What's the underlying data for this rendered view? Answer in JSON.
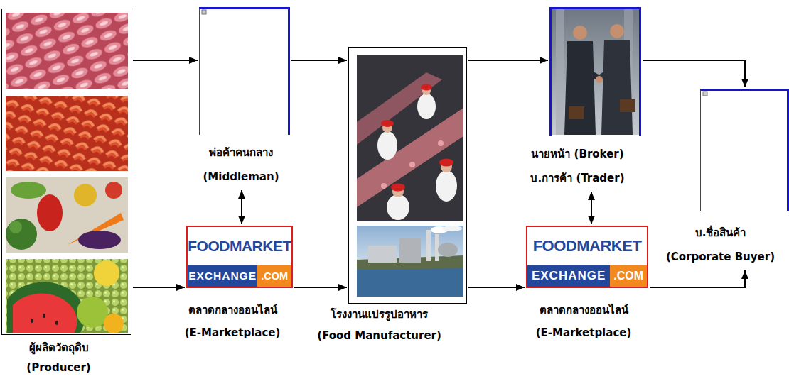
{
  "diagram": {
    "nodes": [
      {
        "text": [
          "ผู้ผลิตวัตถุดิบ",
          "(Producer)"
        ]
      },
      {
        "text": [
          "พ่อค้าคนกลาง",
          "(Middleman)"
        ]
      },
      {
        "text": [
          "FOODMARKET",
          "EXCHANGE",
          ".COM",
          "ตลาดกลางออนไลน์",
          "(E-Marketplace)"
        ]
      },
      {
        "text": [
          "โรงงานแปรรูปอาหาร",
          "(Food Manufacturer)"
        ]
      },
      {
        "text": [
          "นายหน้า (Broker)",
          "บ.การค้า (Trader)"
        ]
      },
      {
        "text": [
          "FOODMARKET",
          "EXCHANGE",
          ".COM",
          "ตลาดกลางออนไลน์",
          "(E-Marketplace)"
        ]
      },
      {
        "text": [
          "บ.ชื่อสินค้า",
          "(Corporate Buyer)"
        ]
      }
    ],
    "edges": [
      {
        "from": 0,
        "to": 1,
        "arrow": "to"
      },
      {
        "from": 0,
        "to": 2,
        "arrow": "to"
      },
      {
        "from": 1,
        "to": 2,
        "arrow": "both"
      },
      {
        "from": 1,
        "to": 3,
        "arrow": "to"
      },
      {
        "from": 2,
        "to": 3,
        "arrow": "to"
      },
      {
        "from": 3,
        "to": 4,
        "arrow": "to"
      },
      {
        "from": 3,
        "to": 5,
        "arrow": "to"
      },
      {
        "from": 4,
        "to": 5,
        "arrow": "both"
      },
      {
        "from": 4,
        "to": 6,
        "arrow": "to"
      },
      {
        "from": 5,
        "to": 6,
        "arrow": "to"
      }
    ]
  }
}
